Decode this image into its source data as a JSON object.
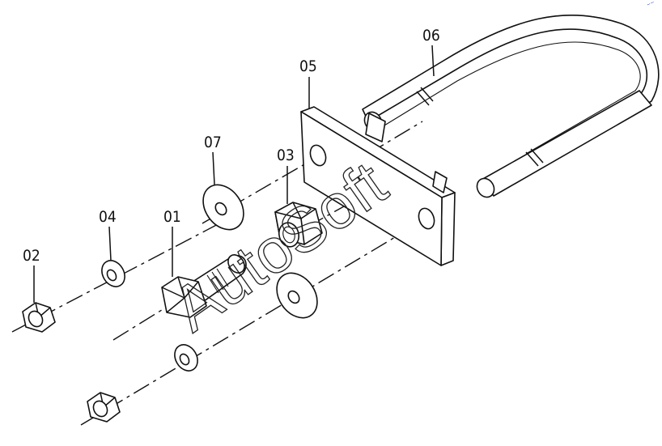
{
  "diagram": {
    "callouts": [
      {
        "id": "p01",
        "label": "01"
      },
      {
        "id": "p02",
        "label": "02"
      },
      {
        "id": "p03",
        "label": "03"
      },
      {
        "id": "p04",
        "label": "04"
      },
      {
        "id": "p05",
        "label": "05"
      },
      {
        "id": "p06",
        "label": "06"
      },
      {
        "id": "p07",
        "label": "07"
      }
    ],
    "watermark": "AutoSoft"
  },
  "colors": {
    "line": "#111111",
    "background": "#ffffff",
    "corner_mark": "#1a3fb0"
  }
}
